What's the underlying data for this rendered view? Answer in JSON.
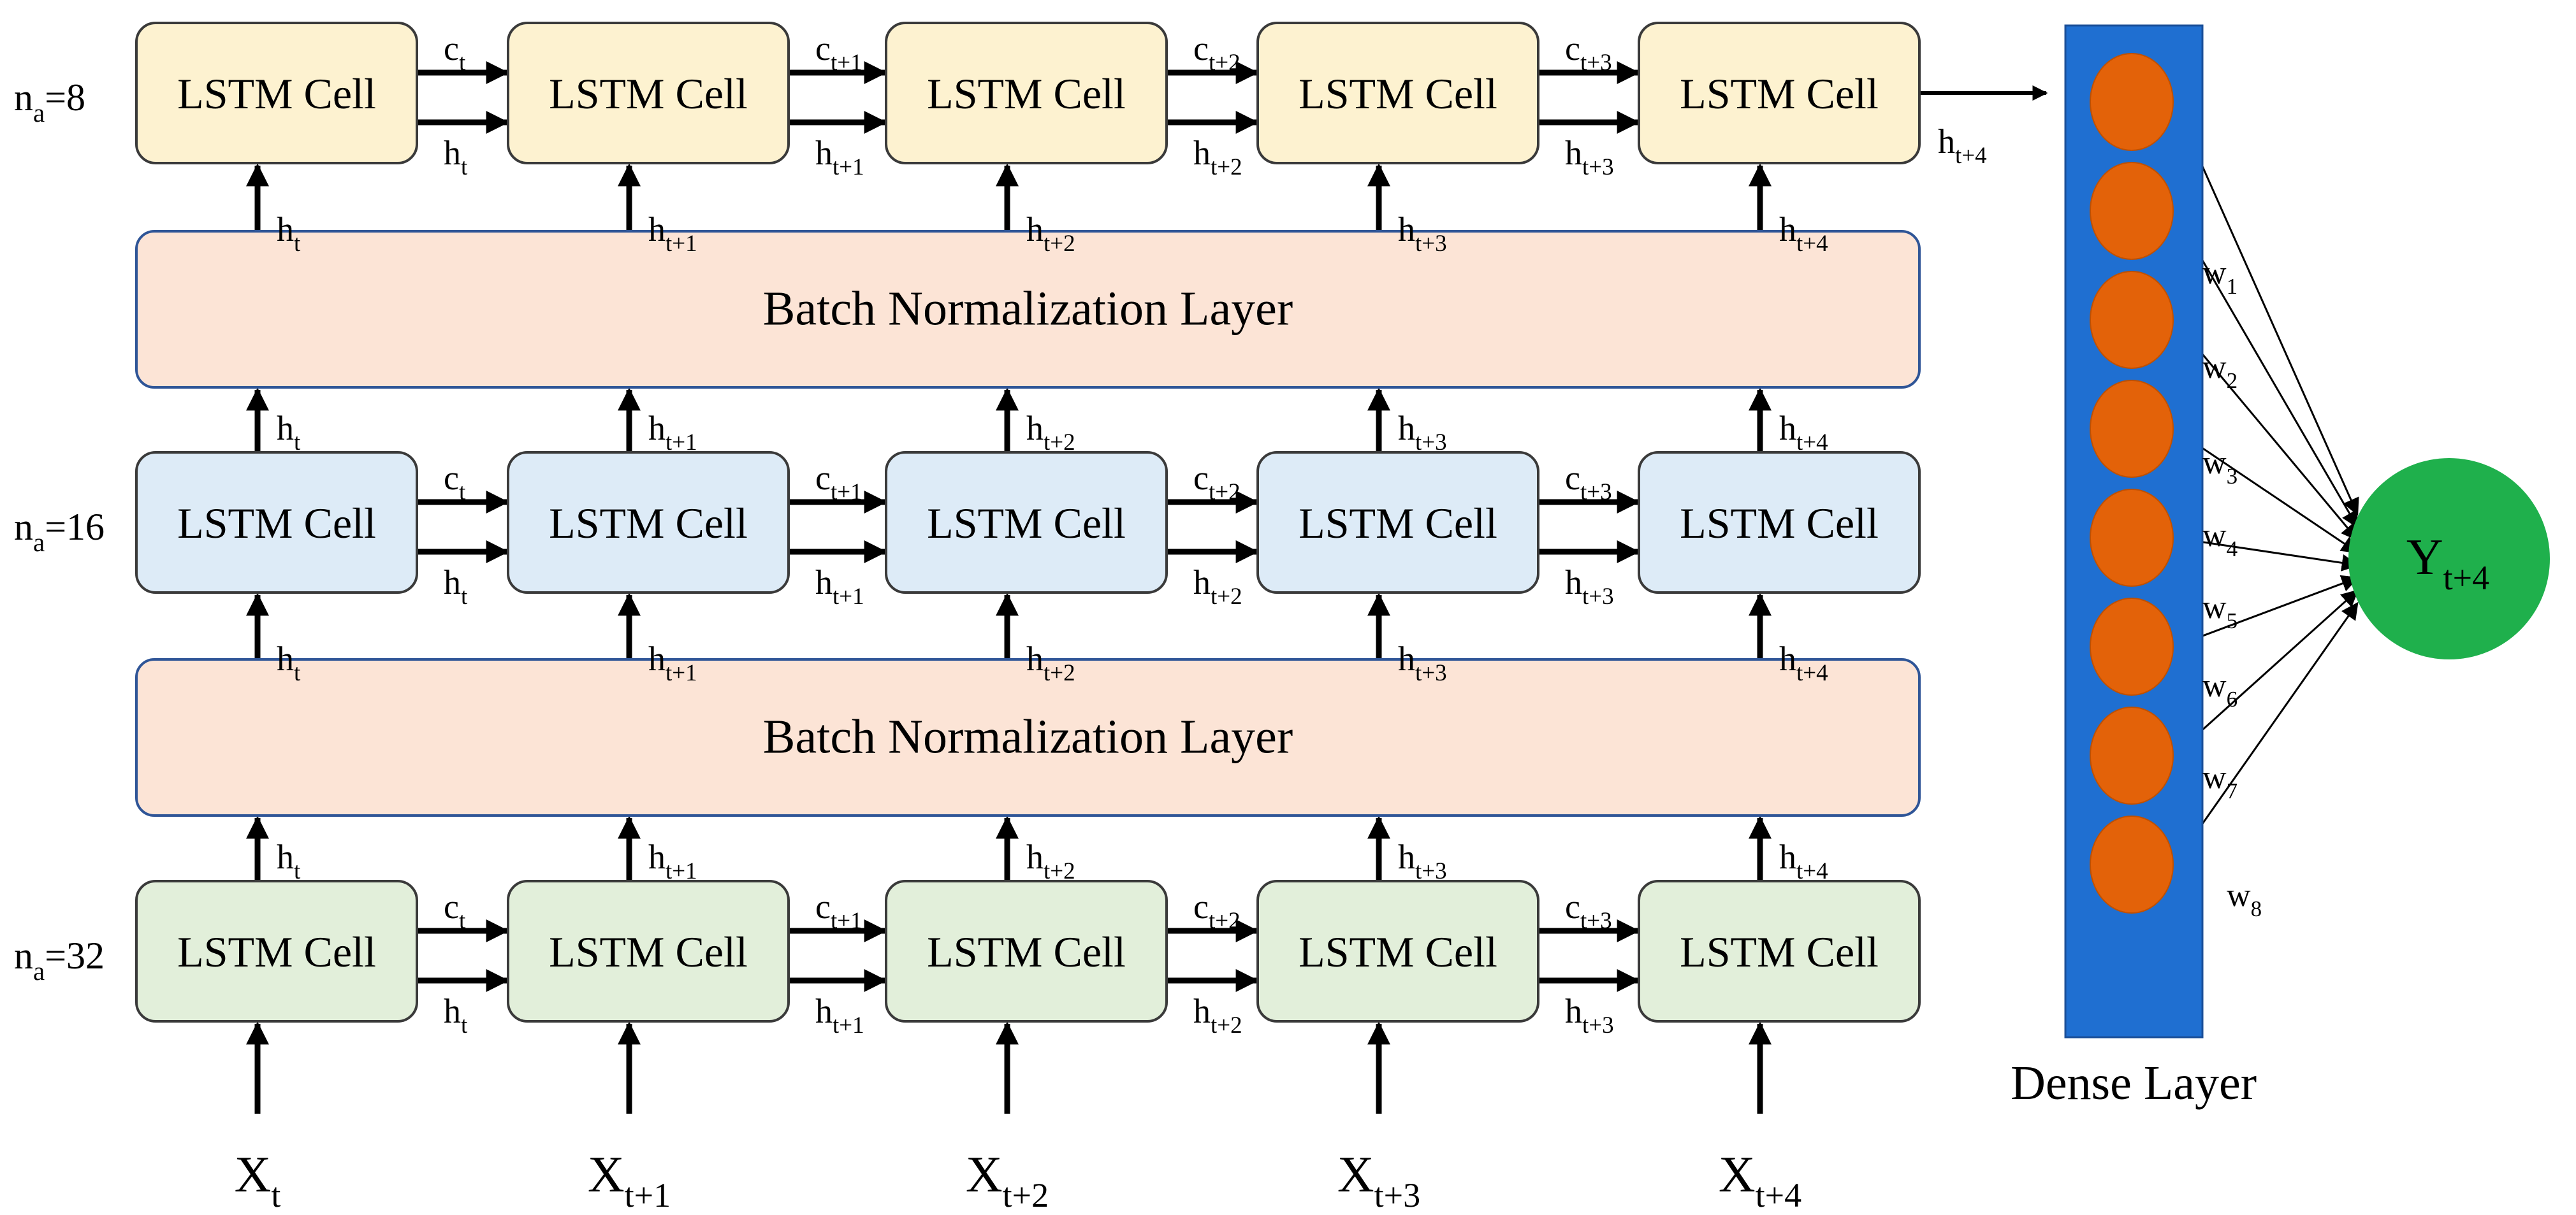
{
  "layers": [
    {
      "name_main": "n",
      "name_sub": "a",
      "name_suffix": "=8",
      "fill": "#fdf2d0",
      "stroke": "#3a3a3a"
    },
    {
      "name_main": "n",
      "name_sub": "a",
      "name_suffix": "=16",
      "fill": "#ddebf7",
      "stroke": "#3a3a3a"
    },
    {
      "name_main": "n",
      "name_sub": "a",
      "name_suffix": "=32",
      "fill": "#e2efda",
      "stroke": "#3a3a3a"
    }
  ],
  "cell_label": "LSTM Cell",
  "batch_norm": {
    "label": "Batch Normalization Layer",
    "fill": "#fce4d6",
    "stroke": "#2f5597"
  },
  "cell_state_labels": [
    {
      "main": "c",
      "sub": "t"
    },
    {
      "main": "c",
      "sub": "t+1"
    },
    {
      "main": "c",
      "sub": "t+2"
    },
    {
      "main": "c",
      "sub": "t+3"
    }
  ],
  "hidden_labels": [
    {
      "main": "h",
      "sub": "t"
    },
    {
      "main": "h",
      "sub": "t+1"
    },
    {
      "main": "h",
      "sub": "t+2"
    },
    {
      "main": "h",
      "sub": "t+3"
    },
    {
      "main": "h",
      "sub": "t+4"
    }
  ],
  "inputs": [
    {
      "main": "X",
      "sub": "t"
    },
    {
      "main": "X",
      "sub": "t+1"
    },
    {
      "main": "X",
      "sub": "t+2"
    },
    {
      "main": "X",
      "sub": "t+3"
    },
    {
      "main": "X",
      "sub": "t+4"
    }
  ],
  "final_hidden": {
    "main": "h",
    "sub": "t+4"
  },
  "dense": {
    "label": "Dense Layer",
    "bar_color": "#1f6fd1",
    "node_color": "#e36209",
    "node_count": 8
  },
  "weights": [
    {
      "main": "w",
      "sub": "1"
    },
    {
      "main": "w",
      "sub": "2"
    },
    {
      "main": "w",
      "sub": "3"
    },
    {
      "main": "w",
      "sub": "4"
    },
    {
      "main": "w",
      "sub": "5"
    },
    {
      "main": "w",
      "sub": "6"
    },
    {
      "main": "w",
      "sub": "7"
    },
    {
      "main": "w",
      "sub": "8"
    }
  ],
  "output": {
    "main": "Y",
    "sub": "t+4",
    "color": "#1fb04c"
  }
}
